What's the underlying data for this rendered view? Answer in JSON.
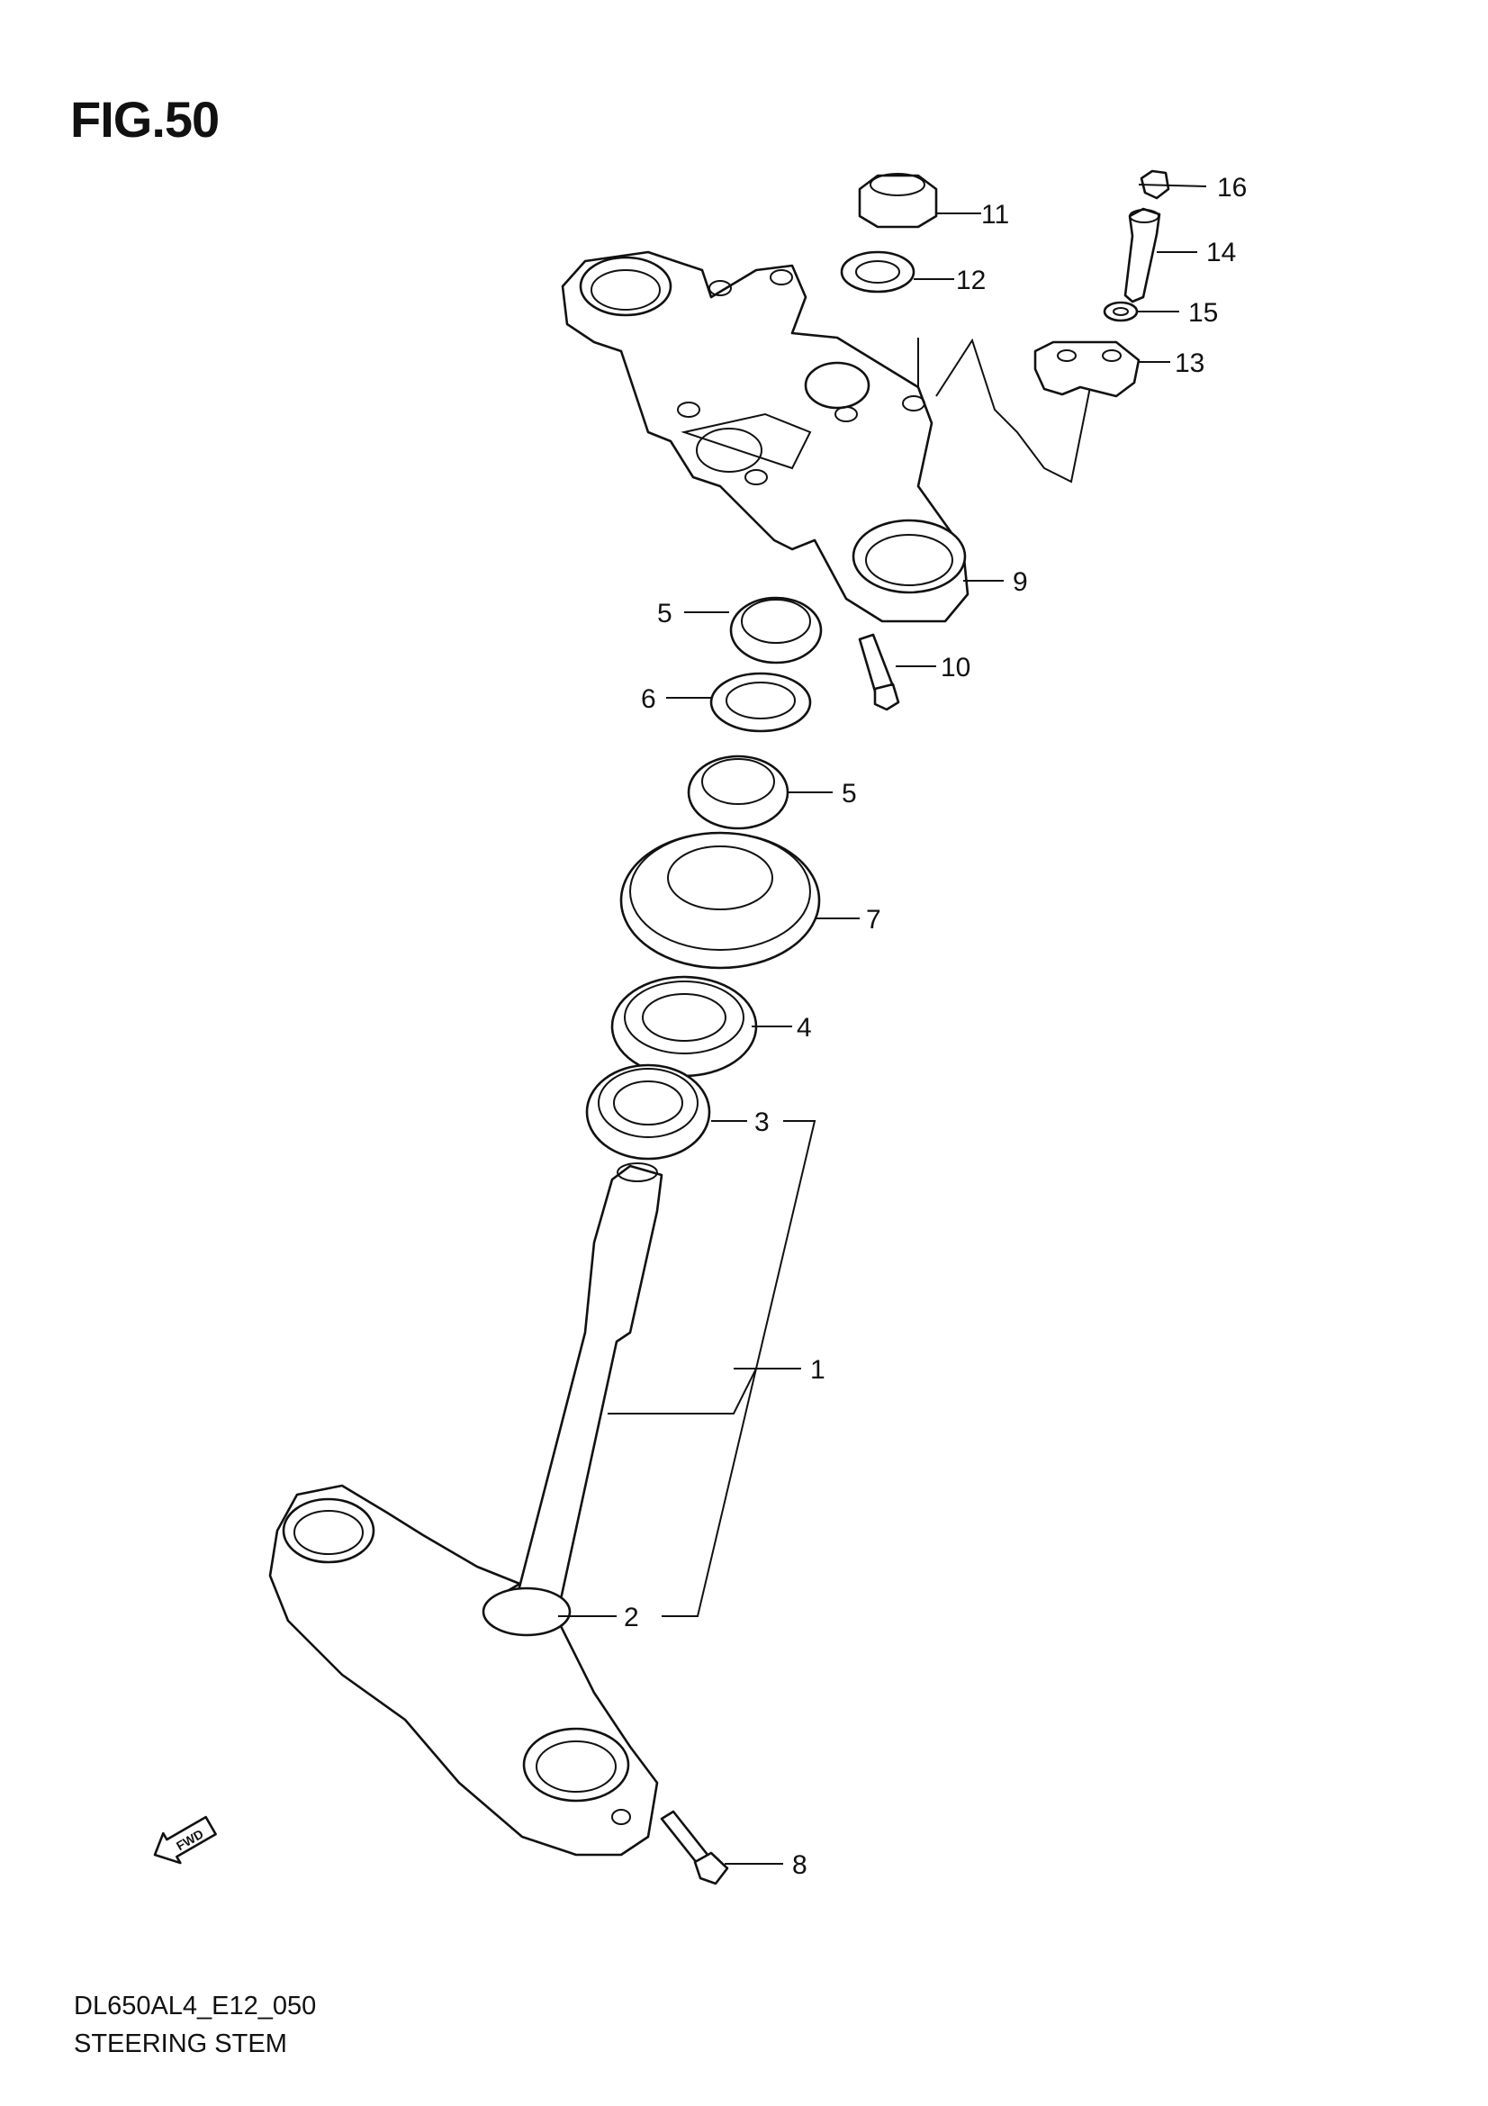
{
  "figure": {
    "title": "FIG.50"
  },
  "footer": {
    "code": "DL650AL4_E12_050",
    "name": "STEERING STEM"
  },
  "fwd_label": "FWD",
  "callouts": [
    {
      "id": "16",
      "label": "16"
    },
    {
      "id": "11",
      "label": "11"
    },
    {
      "id": "14",
      "label": "14"
    },
    {
      "id": "12",
      "label": "12"
    },
    {
      "id": "15",
      "label": "15"
    },
    {
      "id": "13",
      "label": "13"
    },
    {
      "id": "9",
      "label": "9"
    },
    {
      "id": "5a",
      "label": "5"
    },
    {
      "id": "10",
      "label": "10"
    },
    {
      "id": "6",
      "label": "6"
    },
    {
      "id": "5b",
      "label": "5"
    },
    {
      "id": "7",
      "label": "7"
    },
    {
      "id": "4",
      "label": "4"
    },
    {
      "id": "3",
      "label": "3"
    },
    {
      "id": "1",
      "label": "1"
    },
    {
      "id": "2",
      "label": "2"
    },
    {
      "id": "8",
      "label": "8"
    }
  ]
}
